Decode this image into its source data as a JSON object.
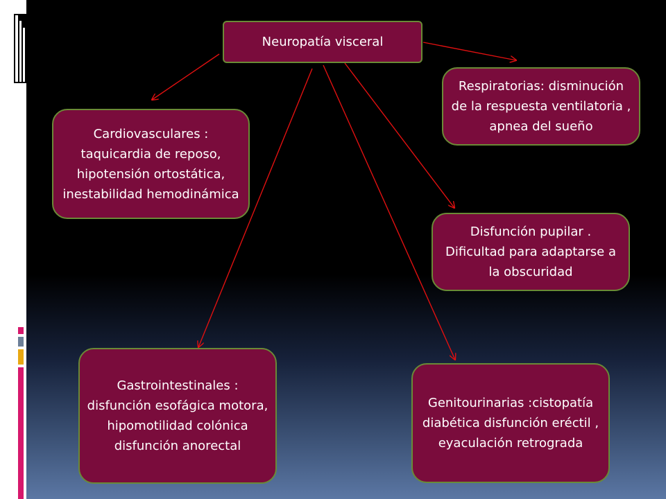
{
  "diagram": {
    "root": {
      "text": "Neuropatía visceral"
    },
    "children": [
      {
        "id": "cardiovascular",
        "text": "Cardiovasculares : taquicardia de reposo, hipotensión ortostática, inestabilidad hemodinámica"
      },
      {
        "id": "respiratory",
        "text": "Respiratorias: disminución de la respuesta ventilatoria , apnea del sueño"
      },
      {
        "id": "pupillary",
        "text": "Disfunción pupilar . Dificultad para adaptarse a la obscuridad"
      },
      {
        "id": "gastrointestinal",
        "text": "Gastrointestinales : disfunción esofágica motora, hipomotilidad colónica disfunción anorectal"
      },
      {
        "id": "genitourinary",
        "text": "Genitourinarias :cistopatía diabética disfunción eréctil , eyaculación retrograda"
      }
    ]
  },
  "colors": {
    "node_fill": "#7a0c3c",
    "node_border": "#6a8a36",
    "arrow": "#e01010",
    "accent_magenta": "#d6186c",
    "accent_gold": "#e8a812",
    "accent_slate": "#6c7f98"
  }
}
